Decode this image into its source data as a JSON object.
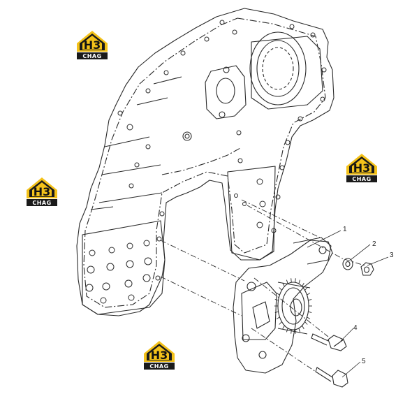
{
  "callouts": [
    {
      "id": "1",
      "label": "1"
    },
    {
      "id": "2",
      "label": "2"
    },
    {
      "id": "3",
      "label": "3"
    },
    {
      "id": "4",
      "label": "4"
    },
    {
      "id": "5",
      "label": "5"
    }
  ],
  "watermark": {
    "top": "H3",
    "bottom": "CHAG",
    "colors": {
      "house": "#F4C21A",
      "dark": "#1A1A1A",
      "text_light": "#FFFFFF"
    }
  },
  "colors": {
    "line": "#2a2a2a",
    "background": "#ffffff"
  }
}
